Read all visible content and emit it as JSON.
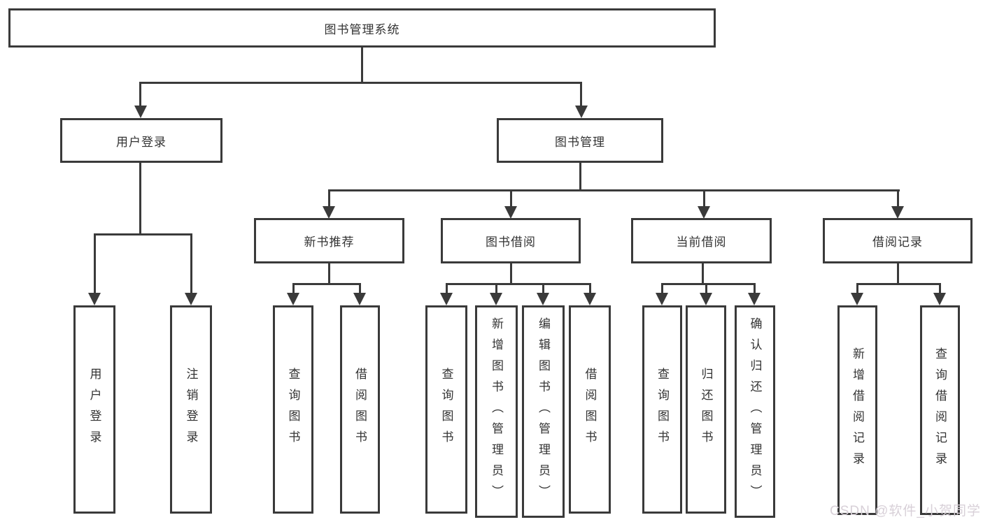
{
  "diagram_type": "tree",
  "colors": {
    "background": "#ffffff",
    "line": "#3a3a3a",
    "box_border": "#3a3a3a",
    "text": "#333333",
    "watermark": "#d8d0d8"
  },
  "tree": {
    "root": "图书管理系统",
    "children": [
      {
        "label": "用户登录",
        "children": [
          {
            "label": "用户登录"
          },
          {
            "label": "注销登录"
          }
        ]
      },
      {
        "label": "图书管理",
        "children": [
          {
            "label": "新书推荐",
            "children": [
              {
                "label": "查询图书"
              },
              {
                "label": "借阅图书"
              }
            ]
          },
          {
            "label": "图书借阅",
            "children": [
              {
                "label": "查询图书"
              },
              {
                "label": "新增图书（管理员）"
              },
              {
                "label": "编辑图书（管理员）"
              },
              {
                "label": "借阅图书"
              }
            ]
          },
          {
            "label": "当前借阅",
            "children": [
              {
                "label": "查询图书"
              },
              {
                "label": "归还图书"
              },
              {
                "label": "确认归还（管理员）"
              }
            ]
          },
          {
            "label": "借阅记录",
            "children": [
              {
                "label": "新增借阅记录"
              },
              {
                "label": "查询借阅记录"
              }
            ]
          }
        ]
      }
    ]
  },
  "watermark": {
    "text": "CSDN @软件_小贺同学"
  }
}
